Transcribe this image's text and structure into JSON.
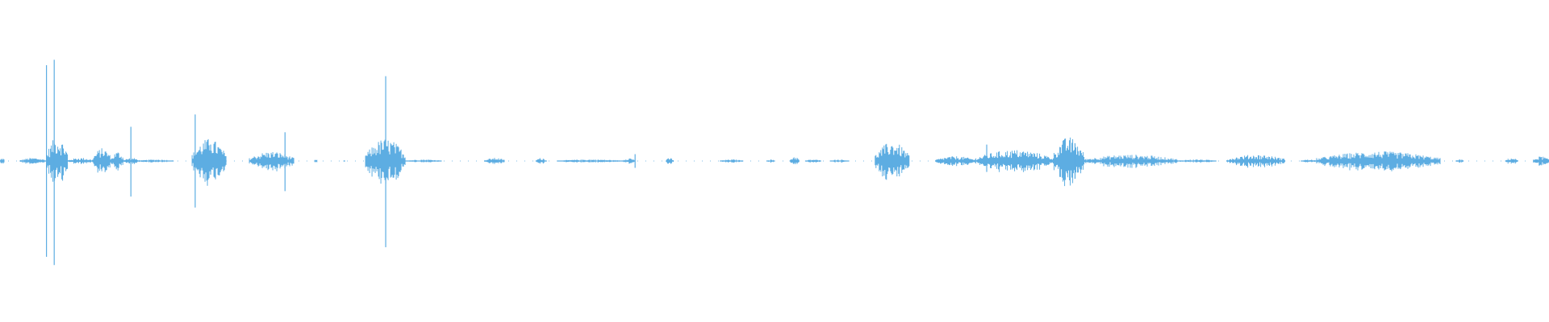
{
  "waveform": {
    "color": "#5dade2",
    "segments": [
      {
        "start": 0.0,
        "end": 0.003,
        "amp": 0.02
      },
      {
        "start": 0.013,
        "end": 0.03,
        "amp": 0.02
      },
      {
        "start": 0.03,
        "end": 0.044,
        "amp": 0.15
      },
      {
        "start": 0.044,
        "end": 0.06,
        "amp": 0.02
      },
      {
        "start": 0.06,
        "end": 0.072,
        "amp": 0.08
      },
      {
        "start": 0.072,
        "end": 0.08,
        "amp": 0.06
      },
      {
        "start": 0.08,
        "end": 0.09,
        "amp": 0.02
      },
      {
        "start": 0.09,
        "end": 0.112,
        "amp": 0.01
      },
      {
        "start": 0.124,
        "end": 0.146,
        "amp": 0.14
      },
      {
        "start": 0.161,
        "end": 0.19,
        "amp": 0.06
      },
      {
        "start": 0.203,
        "end": 0.205,
        "amp": 0.01
      },
      {
        "start": 0.222,
        "end": 0.223,
        "amp": 0.01
      },
      {
        "start": 0.236,
        "end": 0.262,
        "amp": 0.14
      },
      {
        "start": 0.262,
        "end": 0.285,
        "amp": 0.01
      },
      {
        "start": 0.313,
        "end": 0.326,
        "amp": 0.02
      },
      {
        "start": 0.346,
        "end": 0.353,
        "amp": 0.02
      },
      {
        "start": 0.36,
        "end": 0.402,
        "amp": 0.01
      },
      {
        "start": 0.402,
        "end": 0.41,
        "amp": 0.02
      },
      {
        "start": 0.43,
        "end": 0.435,
        "amp": 0.02
      },
      {
        "start": 0.465,
        "end": 0.48,
        "amp": 0.01
      },
      {
        "start": 0.495,
        "end": 0.5,
        "amp": 0.01
      },
      {
        "start": 0.51,
        "end": 0.516,
        "amp": 0.03
      },
      {
        "start": 0.52,
        "end": 0.53,
        "amp": 0.01
      },
      {
        "start": 0.536,
        "end": 0.548,
        "amp": 0.01
      },
      {
        "start": 0.565,
        "end": 0.587,
        "amp": 0.12
      },
      {
        "start": 0.604,
        "end": 0.63,
        "amp": 0.03
      },
      {
        "start": 0.63,
        "end": 0.68,
        "amp": 0.07
      },
      {
        "start": 0.68,
        "end": 0.7,
        "amp": 0.15
      },
      {
        "start": 0.7,
        "end": 0.76,
        "amp": 0.04
      },
      {
        "start": 0.76,
        "end": 0.785,
        "amp": 0.01
      },
      {
        "start": 0.792,
        "end": 0.83,
        "amp": 0.04
      },
      {
        "start": 0.84,
        "end": 0.85,
        "amp": 0.01
      },
      {
        "start": 0.85,
        "end": 0.93,
        "amp": 0.06
      },
      {
        "start": 0.94,
        "end": 0.945,
        "amp": 0.01
      },
      {
        "start": 0.972,
        "end": 0.98,
        "amp": 0.02
      },
      {
        "start": 0.99,
        "end": 1.0,
        "amp": 0.03
      }
    ],
    "spikes": [
      {
        "pos": 0.03,
        "up": 0.7,
        "down": 0.7
      },
      {
        "pos": 0.035,
        "up": 0.74,
        "down": 0.76
      },
      {
        "pos": 0.0845,
        "up": 0.25,
        "down": 0.26
      },
      {
        "pos": 0.126,
        "up": 0.34,
        "down": 0.34
      },
      {
        "pos": 0.136,
        "up": 0.12,
        "down": 0.1
      },
      {
        "pos": 0.184,
        "up": 0.21,
        "down": 0.22
      },
      {
        "pos": 0.249,
        "up": 0.62,
        "down": 0.63
      },
      {
        "pos": 0.41,
        "up": 0.05,
        "down": 0.05
      },
      {
        "pos": 0.576,
        "up": 0.06,
        "down": 0.06
      },
      {
        "pos": 0.637,
        "up": 0.12,
        "down": 0.08
      },
      {
        "pos": 0.694,
        "up": 0.13,
        "down": 0.13
      }
    ]
  }
}
